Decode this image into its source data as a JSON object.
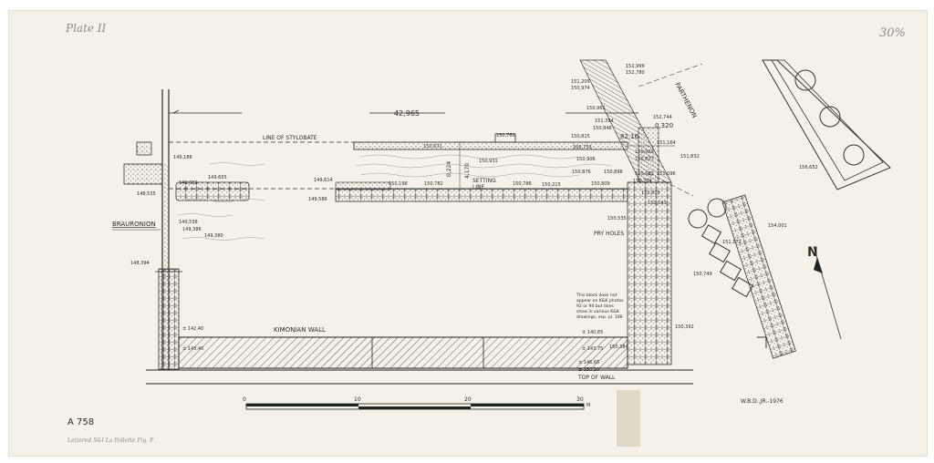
{
  "sheet": {
    "plate_label": "Plate II",
    "scale_note": "30%",
    "archive_number": "A 758",
    "archive_note": "Lettered S&I La Follette Fig. F",
    "author": "W.B.D.,JR.-1976"
  },
  "labels": {
    "line_of_stylobate": "LINE OF STYLOBATE",
    "setting_line_1": "SETTING",
    "setting_line_2": "LINE",
    "brauronion": "BRAURONION",
    "kimonian_wall": "KIMONIAN WALL",
    "parthenon": "PARTHENON",
    "pry_holes": "PRY HOLES",
    "top_of_wall": "TOP OF WALL",
    "overall_dimension": "42,965",
    "offset_1": "0,224",
    "offset_2": "4,170",
    "offset_3": "0,320",
    "offset_4": "82,16",
    "north": "N"
  },
  "note": {
    "lines": [
      "This block does not",
      "appear on K&K photos",
      "92 or 94 but does",
      "show in various K&K",
      "drawings, esp. pl. 186"
    ]
  },
  "elevations": {
    "e149186": "149,186",
    "e148535": "148,535",
    "e149002": "149,002",
    "e149665": "149,665",
    "e149614": "149,614",
    "e149586": "149,586",
    "e149538": "149,538",
    "e149386": "149,386",
    "e149380": "149,380",
    "e148394": "148,394",
    "e142_40": "± 142,40",
    "e143_40": "± 143,40",
    "e150671": "150,671",
    "e150760": "150,760",
    "e150931": "150,931",
    "e150198": "150,198",
    "e150782": "150,782",
    "e150786": "150,786",
    "e150215": "150,215",
    "e150809": "150,809",
    "e150808": "150,808",
    "e150543": "150,543",
    "e150535": "150,535",
    "e150876": "150,876",
    "e150896": "150,896",
    "e150683": "150,683",
    "e150704": "150,704",
    "e150906": "150,906",
    "e150753": "150,753",
    "e150815": "150,815",
    "e150848": "150,848",
    "e150929": "150,929",
    "e150877": "150,877",
    "e151394": "151,394",
    "e150961": "150,961",
    "e152744": "152,744",
    "e151205": "151,205",
    "e150974": "150,974",
    "e152999": "152,999",
    "e152780": "152,780",
    "e151164": "151,164",
    "e151832": "151,832",
    "e151096": "151,096",
    "e150392": "150,392",
    "e140_85": "± 140,85",
    "e143_75": "± 143,75",
    "e150384": "150,384",
    "e146_65": "± 146,65",
    "e150_20": "± 150,20",
    "e154001": "154,001",
    "e151173": "151,173",
    "e150749": "150,749",
    "e156652": "156,652"
  },
  "scale_bar": {
    "ticks": [
      "0",
      "10",
      "20",
      "30"
    ],
    "unit": "M"
  }
}
